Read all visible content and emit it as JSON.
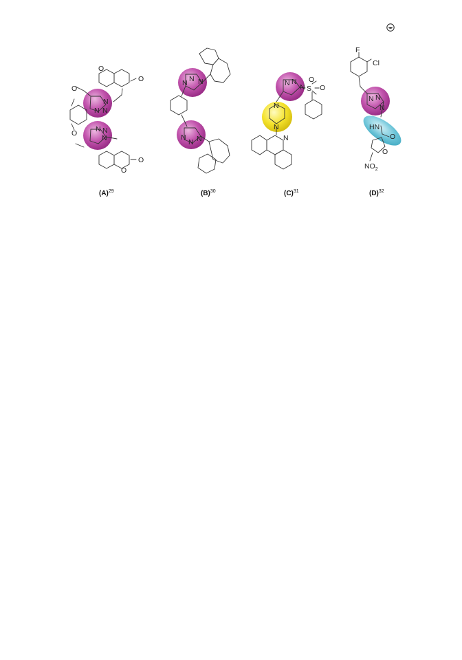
{
  "compounds": [
    {
      "id": "A",
      "label": "(A)",
      "ref": "29"
    },
    {
      "id": "B",
      "label": "(B)",
      "ref": "30"
    },
    {
      "id": "C",
      "label": "(C)",
      "ref": "31"
    },
    {
      "id": "D",
      "label": "(D)",
      "ref": "32"
    }
  ],
  "atoms": {
    "O": "O",
    "N": "N",
    "S": "S",
    "F": "F",
    "Cl": "Cl",
    "HN": "HN",
    "NO2": "NO",
    "sub2": "2"
  },
  "colors": {
    "triazole": "#b2409f",
    "piperazine": "#f2e12a",
    "amide": "#63bed3"
  }
}
